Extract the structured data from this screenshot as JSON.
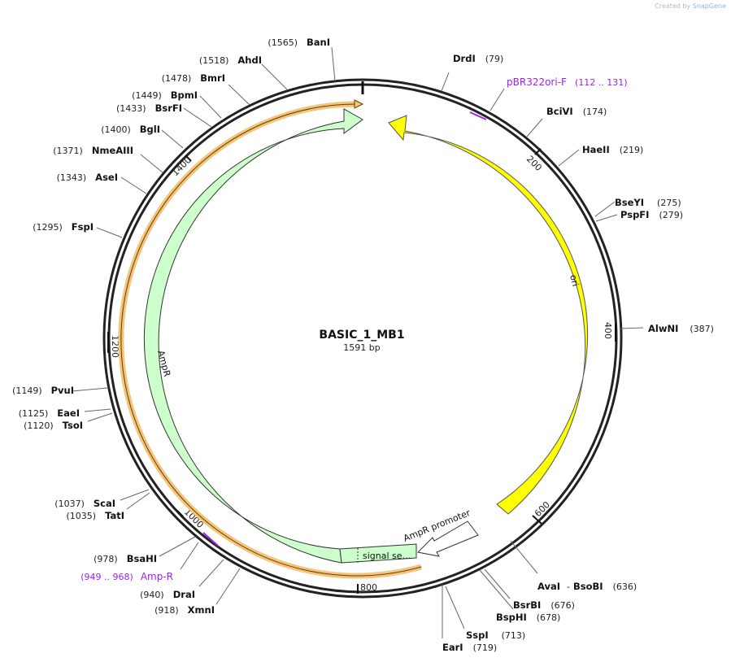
{
  "brand": {
    "created_by": "Created by",
    "product": "SnapGene"
  },
  "plasmid": {
    "name": "BASIC_1_MB1",
    "length_label": "1591 bp",
    "length": 1591
  },
  "ticks": [
    "200",
    "400",
    "600",
    "800",
    "1000",
    "1200",
    "1400"
  ],
  "enzymes": [
    {
      "name": "DrdI",
      "pos": "(79)"
    },
    {
      "name": "BciVI",
      "pos": "(174)"
    },
    {
      "name": "HaeII",
      "pos": "(219)"
    },
    {
      "name": "BseYI",
      "pos": "(275)"
    },
    {
      "name": "PspFI",
      "pos": "(279)"
    },
    {
      "name": "AlwNI",
      "pos": "(387)"
    },
    {
      "name": "AvaI",
      "sep": "-",
      "name2": "BsoBI",
      "pos": "(636)"
    },
    {
      "name": "BsrBI",
      "pos": "(676)"
    },
    {
      "name": "BspHI",
      "pos": "(678)"
    },
    {
      "name": "SspI",
      "pos": "(713)"
    },
    {
      "name": "EarI",
      "pos": "(719)"
    },
    {
      "name": "XmnI",
      "pos": "(918)"
    },
    {
      "name": "DraI",
      "pos": "(940)"
    },
    {
      "name": "BsaHI",
      "pos": "(978)"
    },
    {
      "name": "TatI",
      "pos": "(1035)"
    },
    {
      "name": "ScaI",
      "pos": "(1037)"
    },
    {
      "name": "TsoI",
      "pos": "(1120)"
    },
    {
      "name": "EaeI",
      "pos": "(1125)"
    },
    {
      "name": "PvuI",
      "pos": "(1149)"
    },
    {
      "name": "FspI",
      "pos": "(1295)"
    },
    {
      "name": "AseI",
      "pos": "(1343)"
    },
    {
      "name": "NmeAIII",
      "pos": "(1371)"
    },
    {
      "name": "BglI",
      "pos": "(1400)"
    },
    {
      "name": "BsrFI",
      "pos": "(1433)"
    },
    {
      "name": "BpmI",
      "pos": "(1449)"
    },
    {
      "name": "BmrI",
      "pos": "(1478)"
    },
    {
      "name": "AhdI",
      "pos": "(1518)"
    },
    {
      "name": "BanI",
      "pos": "(1565)"
    }
  ],
  "primers": [
    {
      "name": "pBR322ori-F",
      "range": "(112 .. 131)",
      "color": "#a020f0"
    },
    {
      "name": "Amp-R",
      "range": "(949 .. 968)",
      "color": "#a020f0"
    }
  ],
  "features": {
    "ori": {
      "label": "ori",
      "color": "#ffff00"
    },
    "ampr": {
      "label": "AmpR",
      "color": "#ccffcc"
    },
    "ampr_promoter": {
      "label": "AmpR promoter",
      "color": "#ffffff"
    },
    "signal_seq": {
      "label": "signal se…",
      "color": "#ccffcc"
    },
    "orange_track": {
      "color": "#f3c57b"
    }
  }
}
